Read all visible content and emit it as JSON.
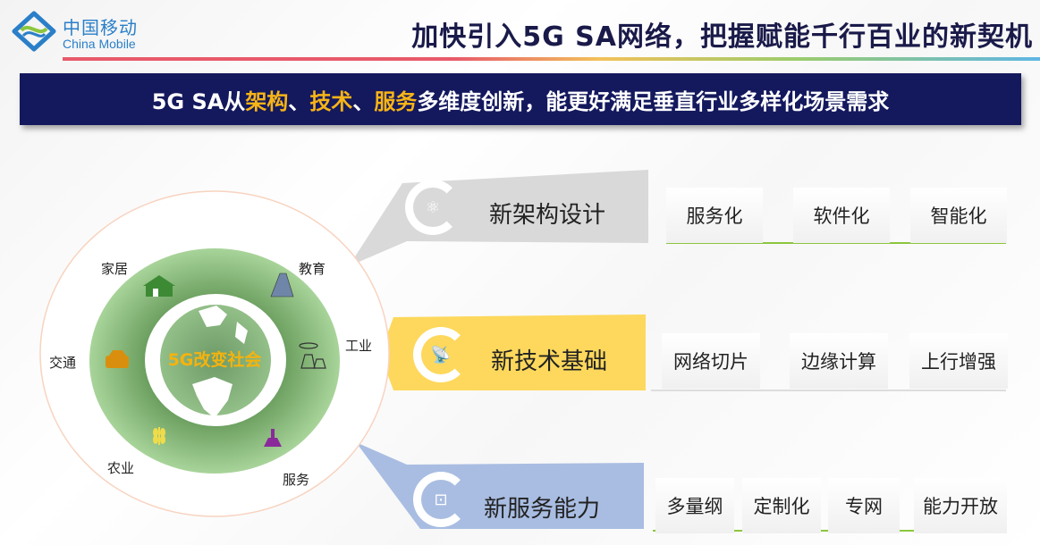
{
  "logo": {
    "cn": "中国移动",
    "en": "China Mobile"
  },
  "title": "加快引入5G SA网络，把握赋能千行百业的新契机",
  "banner": {
    "pre": "5G SA从",
    "h1": "架构",
    "s1": "、",
    "h2": "技术",
    "s2": "、",
    "h3": "服务",
    "post": "多维度创新，能更好满足垂直行业多样化场景需求"
  },
  "circle": {
    "center": "5G改变社会",
    "sectors": [
      "家居",
      "教育",
      "工业",
      "服务",
      "农业",
      "交通"
    ]
  },
  "panels": [
    {
      "title": "新架构设计",
      "items": [
        "服务化",
        "软件化",
        "智能化"
      ],
      "color": "#d9d9d9"
    },
    {
      "title": "新技术基础",
      "items": [
        "网络切片",
        "边缘计算",
        "上行增强"
      ],
      "color": "#fdd85c"
    },
    {
      "title": "新服务能力",
      "items": [
        "多量纲",
        "定制化",
        "专网",
        "能力开放"
      ],
      "color": "#a9bde2"
    }
  ]
}
